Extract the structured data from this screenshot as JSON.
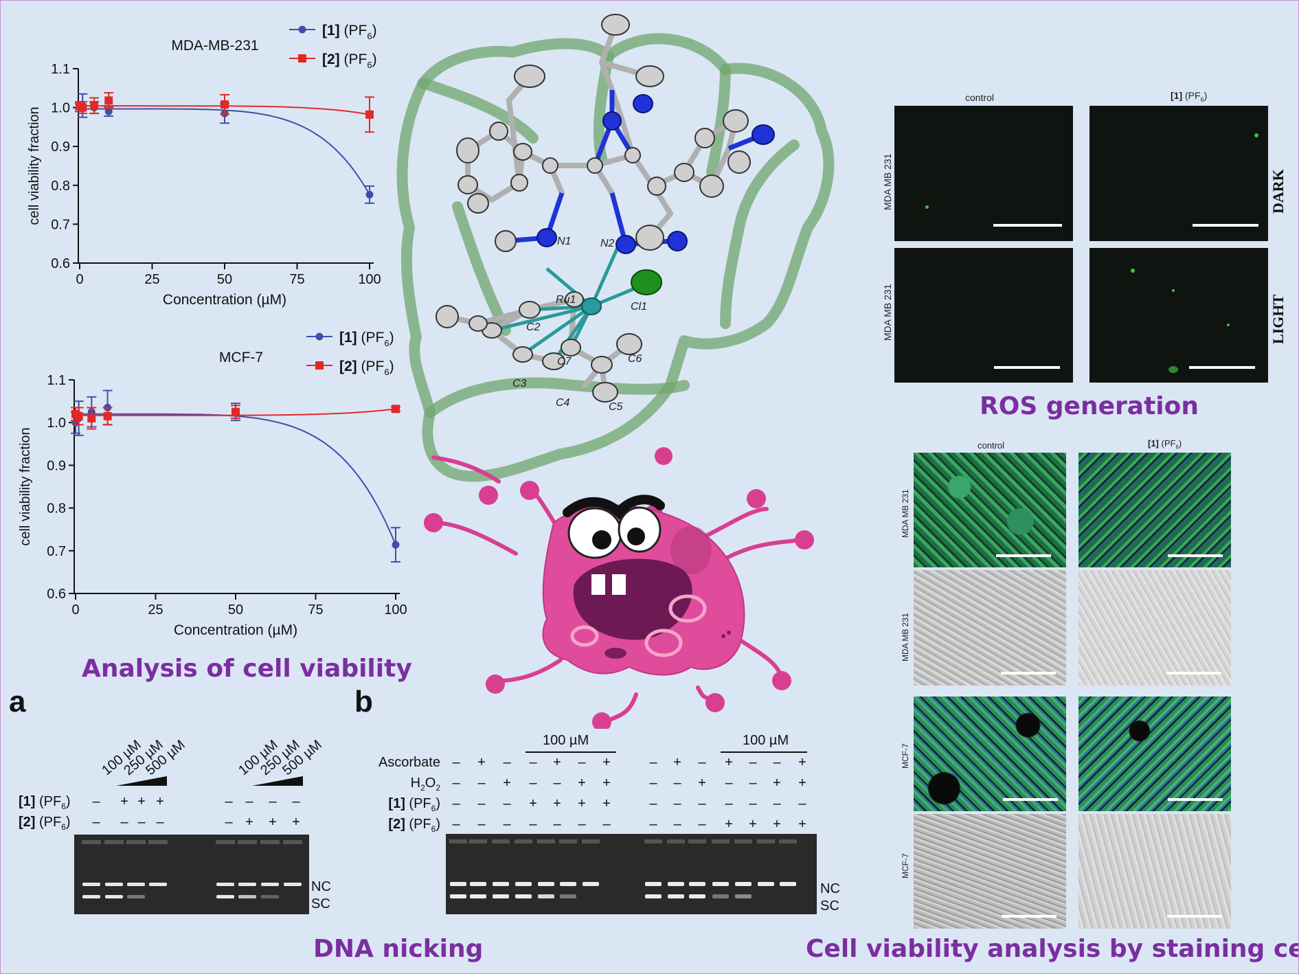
{
  "viability_section": {
    "title": "Analysis of cell viability",
    "sub": "6"
  },
  "chart_data": [
    {
      "type": "line",
      "title": "MDA-MB-231",
      "xlabel": "Concentration (µM)",
      "ylabel": "cell viability fraction",
      "xlim": [
        0,
        100
      ],
      "ylim": [
        0.6,
        1.1
      ],
      "xticks": [
        "0",
        "25",
        "50",
        "75",
        "100"
      ],
      "yticks": [
        "0.6",
        "0.7",
        "0.8",
        "0.9",
        "1.0",
        "1.1"
      ],
      "legend_placement": "top-right",
      "series": [
        {
          "name": "[1] (PF6)",
          "bold": "[1]",
          "rest": " (PF",
          "color": "#3f4fa8",
          "marker": "circle",
          "x": [
            0,
            1,
            5,
            10,
            50,
            100
          ],
          "y": [
            1.0,
            1.005,
            1.0,
            0.99,
            0.985,
            0.776
          ],
          "err": [
            0.01,
            0.03,
            0.015,
            0.012,
            0.025,
            0.022
          ]
        },
        {
          "name": "[2] (PF6)",
          "bold": "[2]",
          "rest": " (PF",
          "color": "#e32828",
          "marker": "square",
          "x": [
            0,
            1,
            5,
            10,
            50,
            100
          ],
          "y": [
            1.005,
            1.0,
            1.005,
            1.018,
            1.008,
            0.982
          ],
          "err": [
            0.01,
            0.015,
            0.02,
            0.02,
            0.025,
            0.045
          ]
        }
      ]
    },
    {
      "type": "line",
      "title": "MCF-7",
      "xlabel": "Concentration (µM)",
      "ylabel": "cell viability fraction",
      "xlim": [
        0,
        100
      ],
      "ylim": [
        0.6,
        1.1
      ],
      "xticks": [
        "0",
        "25",
        "50",
        "75",
        "100"
      ],
      "yticks": [
        "0.6",
        "0.7",
        "0.8",
        "0.9",
        "1.0",
        "1.1"
      ],
      "legend_placement": "top-right",
      "series": [
        {
          "name": "[1] (PF6)",
          "bold": "[1]",
          "rest": " (PF",
          "color": "#3f4fa8",
          "marker": "circle",
          "x": [
            0,
            1,
            5,
            10,
            50,
            100
          ],
          "y": [
            1.0,
            1.01,
            1.025,
            1.035,
            1.025,
            0.714
          ],
          "err": [
            0.025,
            0.04,
            0.035,
            0.04,
            0.02,
            0.04
          ]
        },
        {
          "name": "[2] (PF6)",
          "bold": "[2]",
          "rest": " (PF",
          "color": "#e32828",
          "marker": "square",
          "x": [
            0,
            1,
            5,
            10,
            50,
            100
          ],
          "y": [
            1.02,
            1.015,
            1.01,
            1.015,
            1.025,
            1.032
          ],
          "err": [
            0.015,
            0.02,
            0.025,
            0.02,
            0.015,
            0.005
          ]
        }
      ]
    }
  ],
  "structure_atoms": [
    "N1",
    "N2",
    "Ru1",
    "Cl1",
    "C2",
    "C7",
    "C6",
    "C3",
    "C4",
    "C5"
  ],
  "ros": {
    "title": "ROS generation",
    "col1": "control",
    "col2_bold": "[1]",
    "col2_rest": " (PF",
    "row_label": "MDA MB 231",
    "dark": "DARK",
    "light": "LIGHT"
  },
  "staining": {
    "title": "Cell viability analysis by staining cells",
    "col1": "control",
    "col2_bold": "[1]",
    "col2_rest": " (PF",
    "rows": [
      "MDA MB 231",
      "MDA MB 231",
      "MCF-7",
      "MCF-7"
    ]
  },
  "dna": {
    "title": "DNA nicking",
    "panel_a": "a",
    "panel_b": "b",
    "a_concs": [
      "100 µM",
      "250 µM",
      "500 µM"
    ],
    "a_rows": [
      {
        "bold": "[1]",
        "rest": " (PF",
        "signs": [
          "–",
          "+",
          "+",
          "+",
          "–",
          "–",
          "–",
          "–"
        ]
      },
      {
        "bold": "[2]",
        "rest": " (PF",
        "signs": [
          "–",
          "–",
          "–",
          "–",
          "–",
          "+",
          "+",
          "+"
        ]
      }
    ],
    "b_conc": "100 µM",
    "b_rows": [
      {
        "label": "Ascorbate",
        "signs": [
          "–",
          "+",
          "–",
          "–",
          "+",
          "–",
          "+",
          "–",
          "+",
          "–",
          "+",
          "–",
          "–",
          "+"
        ]
      },
      {
        "label": "H",
        "sub": "2",
        "label2": "O",
        "sub2": "2",
        "signs": [
          "–",
          "–",
          "+",
          "–",
          "–",
          "+",
          "+",
          "–",
          "–",
          "+",
          "–",
          "–",
          "+",
          "+"
        ]
      },
      {
        "bold": "[1]",
        "rest": " (PF",
        "signs": [
          "–",
          "–",
          "–",
          "+",
          "+",
          "+",
          "+",
          "–",
          "–",
          "–",
          "–",
          "–",
          "–",
          "–"
        ]
      },
      {
        "bold": "[2]",
        "rest": " (PF",
        "signs": [
          "–",
          "–",
          "–",
          "–",
          "–",
          "–",
          "–",
          "–",
          "–",
          "–",
          "+",
          "+",
          "+",
          "+"
        ]
      }
    ],
    "nc": "NC",
    "sc": "SC"
  }
}
